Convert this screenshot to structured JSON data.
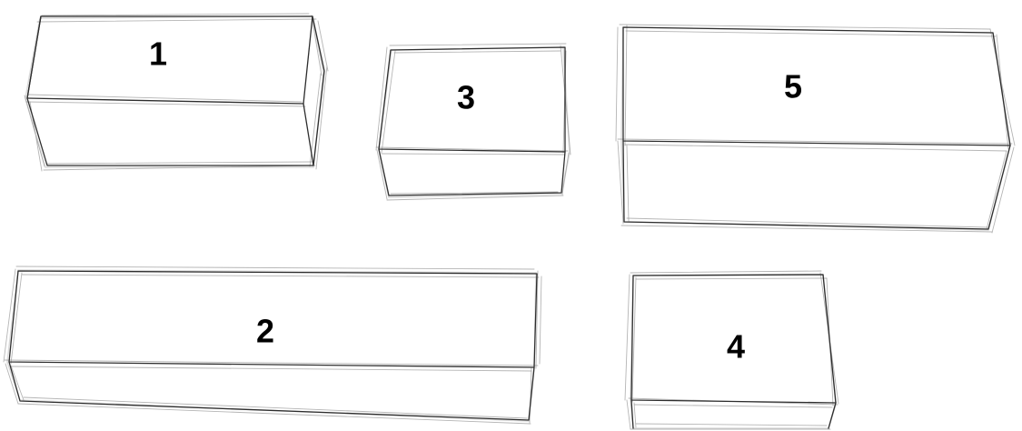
{
  "boxes": [
    {
      "id": "box-1",
      "label": "1"
    },
    {
      "id": "box-3",
      "label": "3"
    },
    {
      "id": "box-5",
      "label": "5"
    },
    {
      "id": "box-2",
      "label": "2"
    },
    {
      "id": "box-4",
      "label": "4"
    }
  ],
  "colors": {
    "background": "#ffffff",
    "ink": "#2e2e2e",
    "pencil": "#9c9c9c",
    "label": "#000000"
  }
}
